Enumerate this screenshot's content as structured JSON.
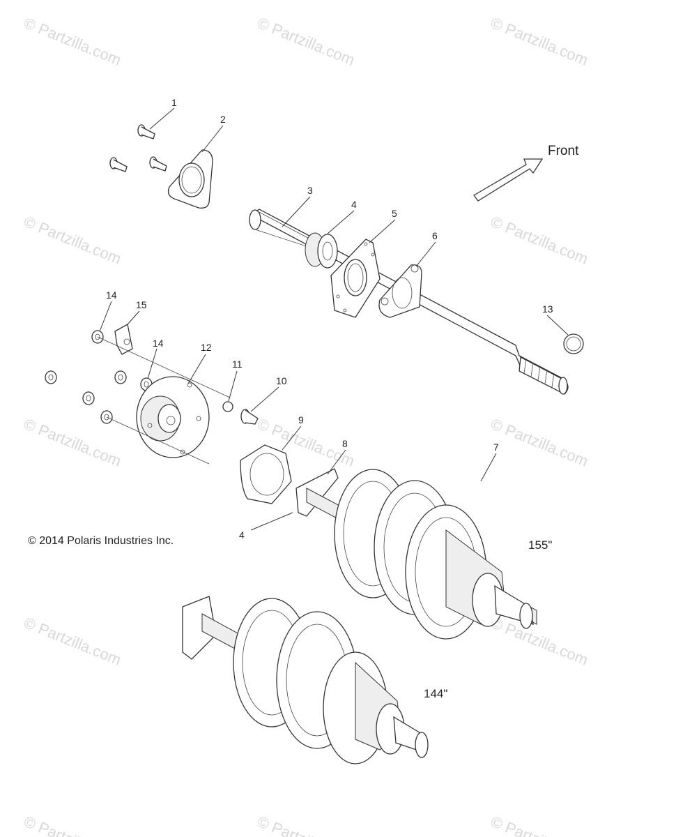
{
  "watermark_text": "Partzilla.com",
  "copyright": "© 2014 Polaris Industries Inc.",
  "front_label": "Front",
  "variant_labels": {
    "a": "155\"",
    "b": "144\""
  },
  "callouts": [
    "1",
    "2",
    "3",
    "4",
    "5",
    "6",
    "7",
    "8",
    "9",
    "10",
    "11",
    "12",
    "13",
    "14",
    "15",
    "14",
    "4"
  ]
}
